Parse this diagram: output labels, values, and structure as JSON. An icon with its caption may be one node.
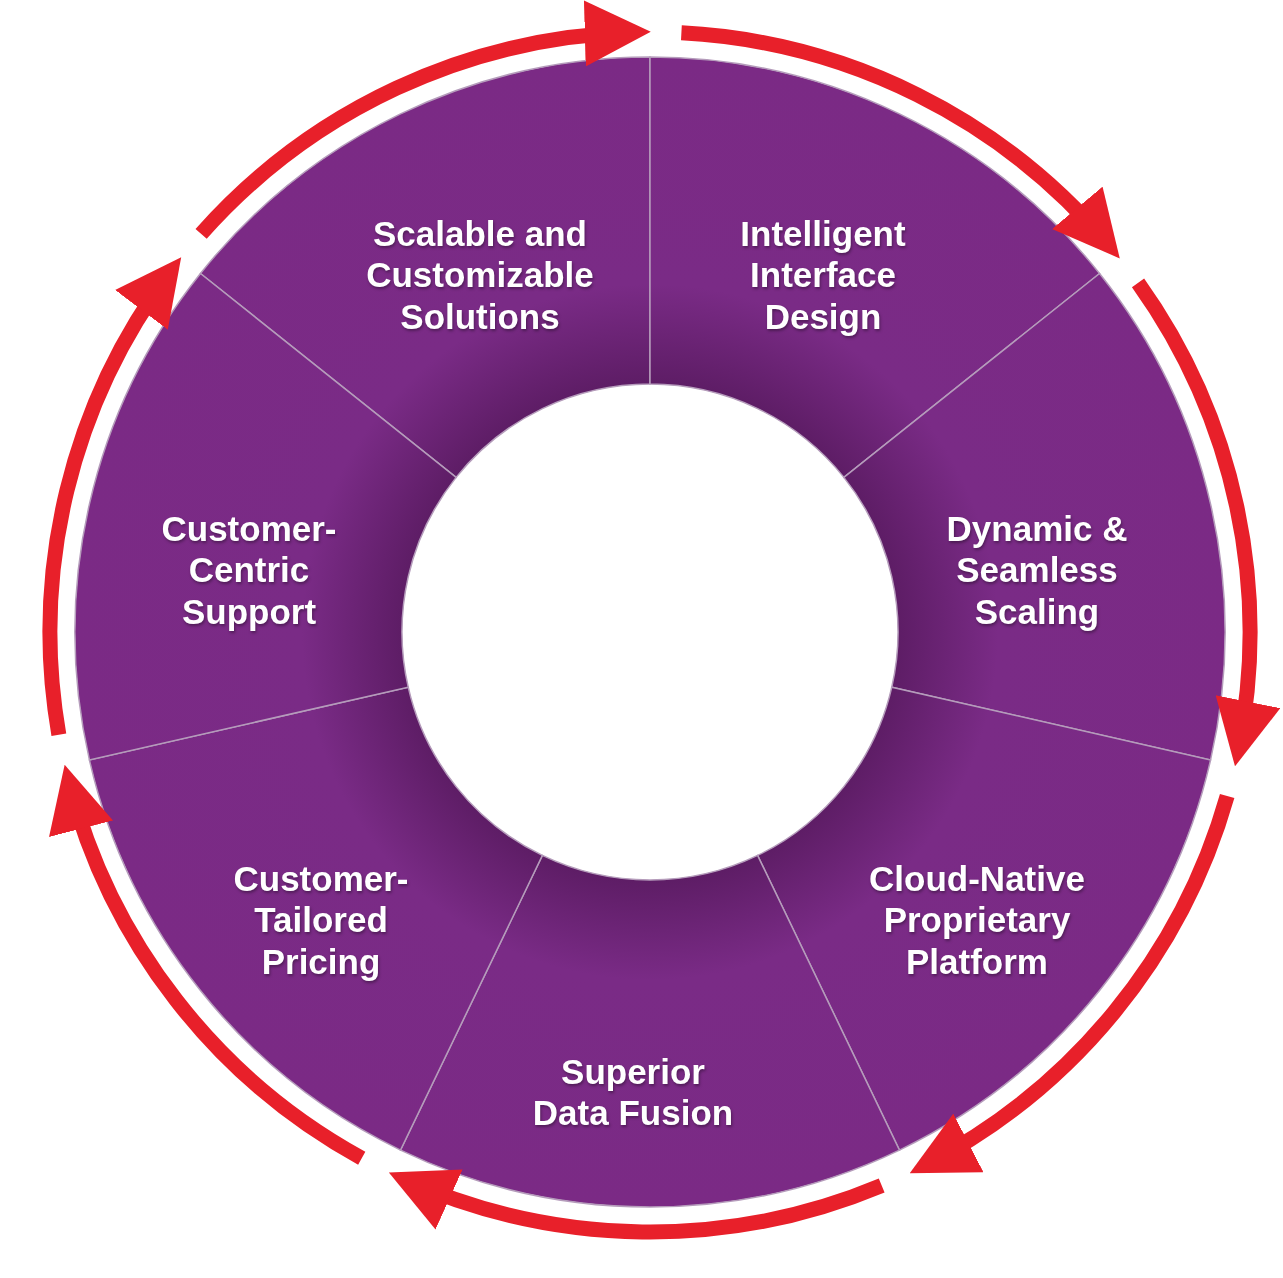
{
  "diagram": {
    "nodes": [
      {
        "text": [
          "Scalable and Customizable Solutions"
        ]
      },
      {
        "text": [
          "Intelligent Interface Design"
        ]
      },
      {
        "text": [
          "Dynamic & Seamless Scaling"
        ]
      },
      {
        "text": [
          "Cloud-Native Proprietary Platform"
        ]
      },
      {
        "text": [
          "Superior Data Fusion"
        ]
      },
      {
        "text": [
          "Customer-Tailored Pricing"
        ]
      },
      {
        "text": [
          "Customer-Centric Support"
        ]
      }
    ],
    "edges": [
      {
        "from": null,
        "to": 1,
        "arrow": "to"
      },
      {
        "from": null,
        "to": 2,
        "arrow": "to"
      },
      {
        "from": null,
        "to": 3,
        "arrow": "to"
      },
      {
        "from": null,
        "to": 4,
        "arrow": "to"
      },
      {
        "from": null,
        "to": 5,
        "arrow": "to"
      },
      {
        "from": null,
        "to": 6,
        "arrow": "to"
      },
      {
        "from": null,
        "to": 0,
        "arrow": "to"
      }
    ]
  }
}
